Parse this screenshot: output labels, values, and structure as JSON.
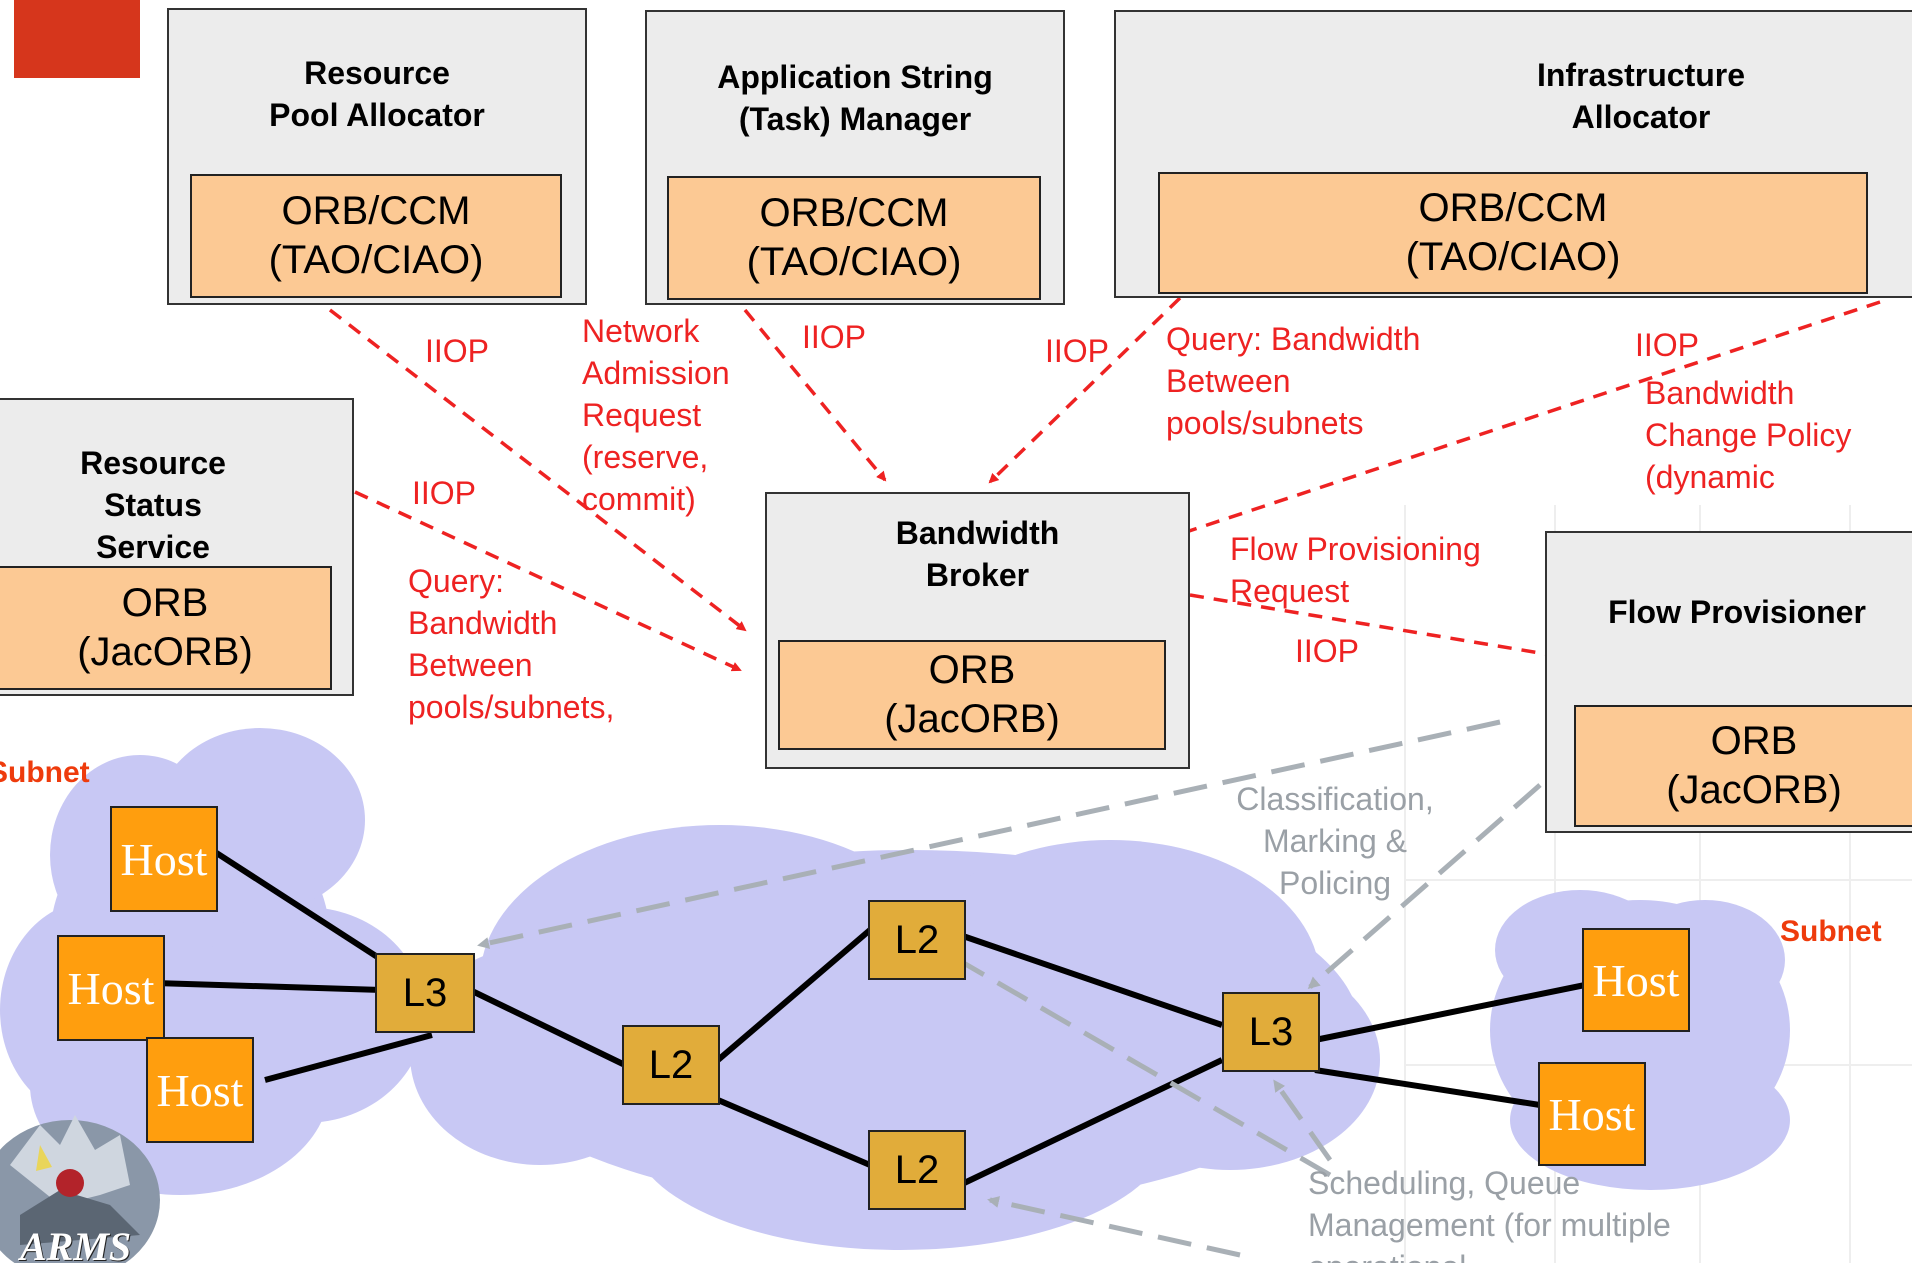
{
  "components": {
    "resource_pool_allocator": {
      "title": "Resource Pool Allocator",
      "inner_line1": "ORB/CCM",
      "inner_line2": "(TAO/CIAO)"
    },
    "application_string_manager": {
      "title": "Application String (Task) Manager",
      "inner_line1": "ORB/CCM",
      "inner_line2": "(TAO/CIAO)"
    },
    "infrastructure_allocator": {
      "title": "Infrastructure Allocator",
      "inner_line1": "ORB/CCM",
      "inner_line2": "(TAO/CIAO)"
    },
    "resource_status_service": {
      "title": "Resource Status Service",
      "inner_line1": "ORB",
      "inner_line2": "(JacORB)"
    },
    "bandwidth_broker": {
      "title": "Bandwidth Broker",
      "inner_line1": "ORB",
      "inner_line2": "(JacORB)"
    },
    "flow_provisioner": {
      "title": "Flow Provisioner",
      "inner_line1": "ORB",
      "inner_line2": "(JacORB)"
    }
  },
  "connection_labels": {
    "iiop": "IIOP",
    "network_admission": "Network Admission Request (reserve, commit)",
    "query_infra": "Query: Bandwidth Between pools/subnets",
    "query_status": "Query: Bandwidth Between pools/subnets,",
    "bandwidth_change": "Bandwidth Change Policy (dynamic adaptation)",
    "flow_provisioning": "Flow Provisioning Request",
    "classification": "Classification, Marking & Policing",
    "scheduling": "Scheduling, Queue Management (for multiple operational"
  },
  "network": {
    "subnet_label": "Subnet",
    "host_label": "Host",
    "l2_label": "L2",
    "l3_label": "L3"
  },
  "logo_text": "ARMS",
  "colors": {
    "component_fill": "#ececec",
    "orb_fill": "#fcc994",
    "request_arrow": "#ee2222",
    "provisioning_arrow": "#a9b0b6",
    "cloud": "#c8c8f4",
    "host": "#ff9e0e",
    "switch": "#e1ac3a",
    "corner_accent": "#d6361c"
  }
}
